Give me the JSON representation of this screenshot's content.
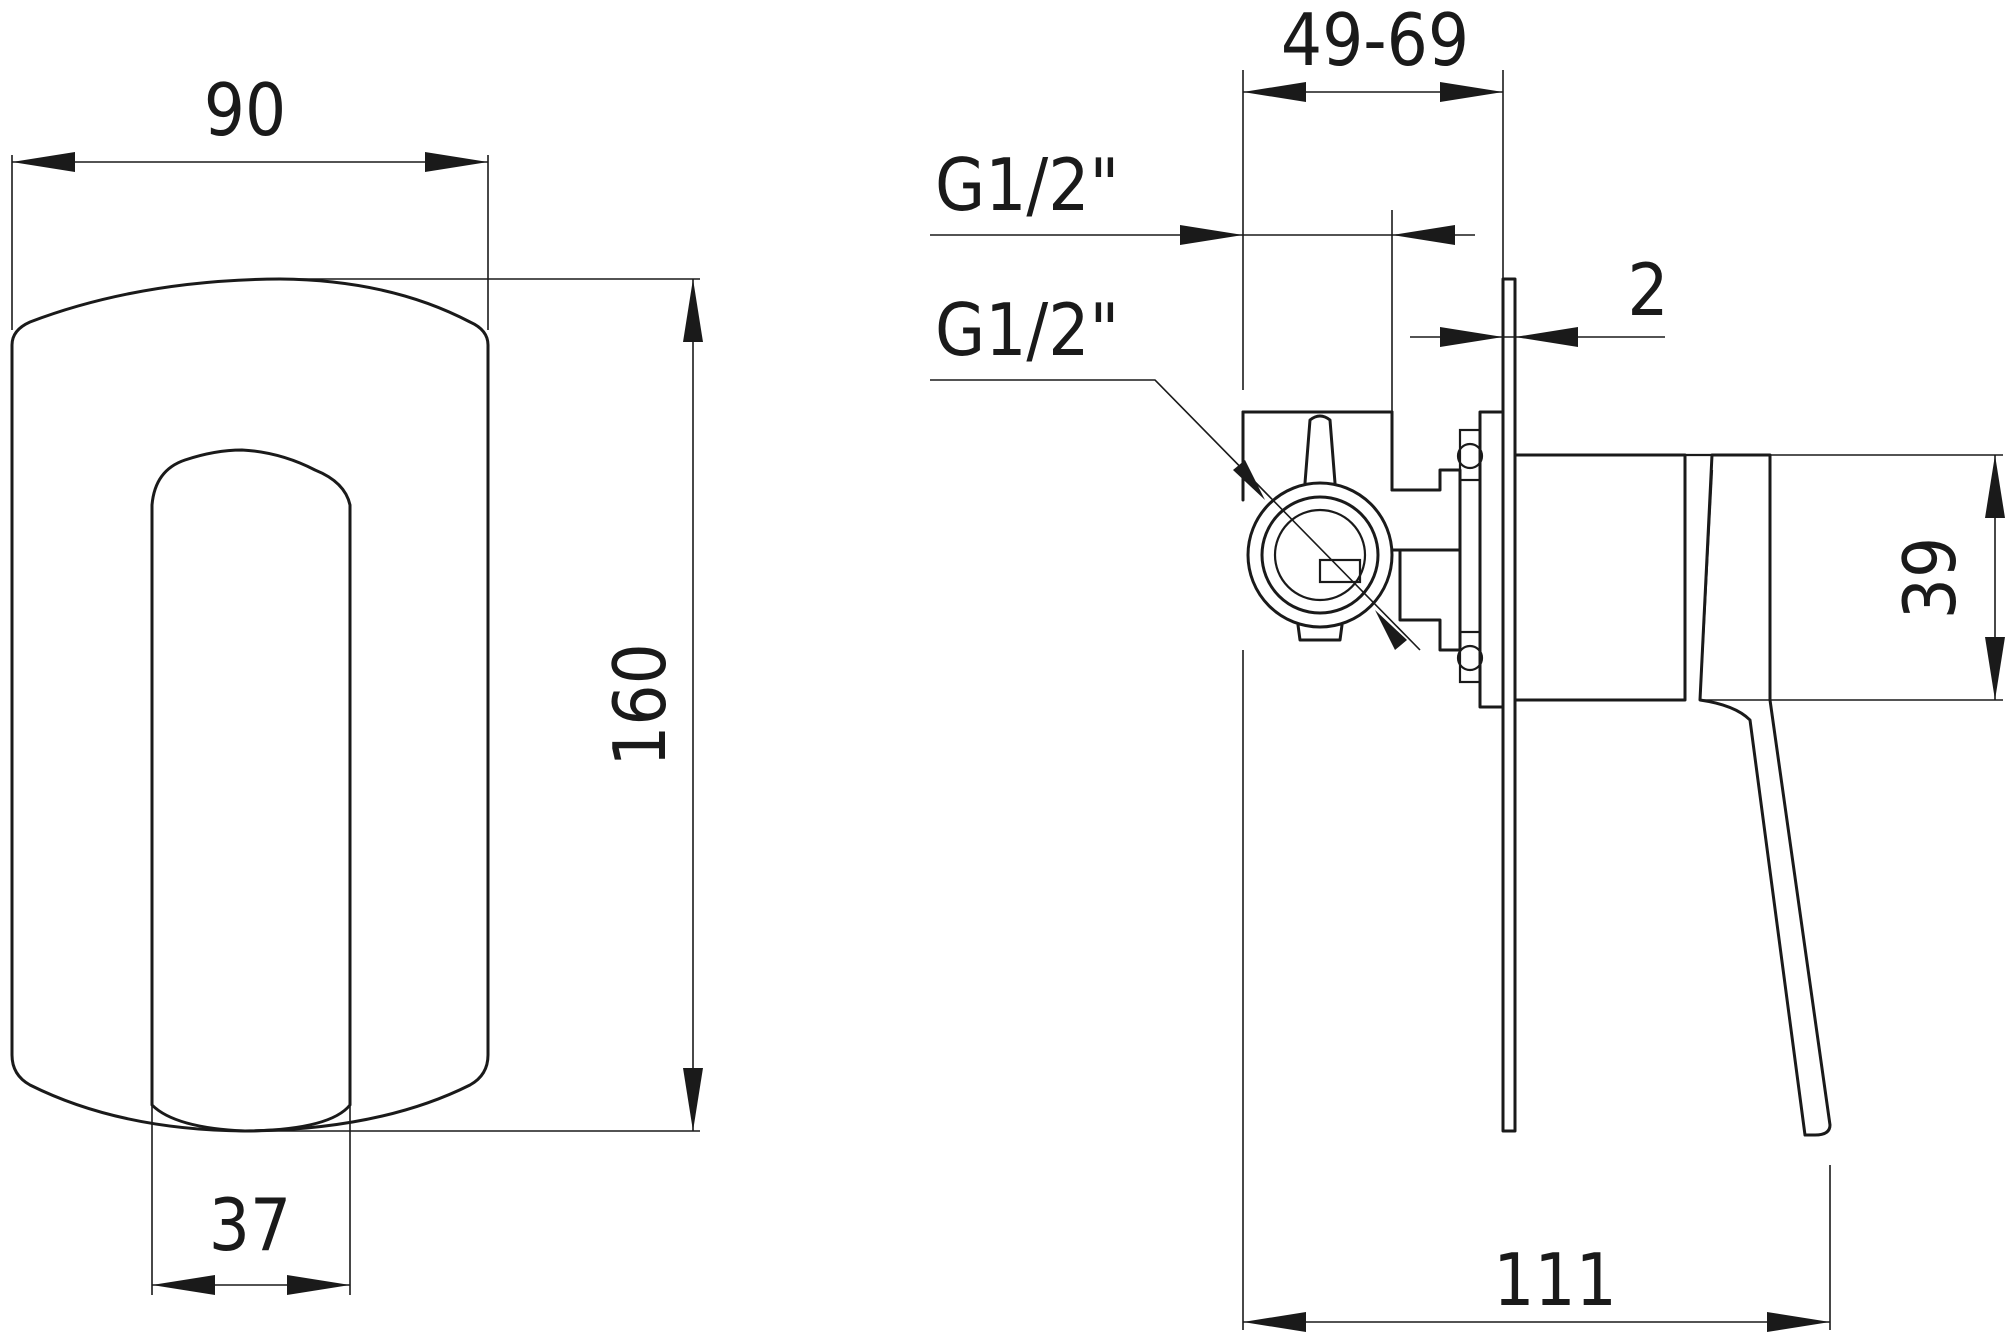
{
  "front_view": {
    "width_label": "90",
    "height_label": "160",
    "handle_width_label": "37"
  },
  "side_view": {
    "depth_range_label": "49-69",
    "inlet_top_label": "G1/2\"",
    "inlet_bottom_label": "G1/2\"",
    "plate_thickness_label": "2",
    "handle_height_label": "39",
    "total_depth_label": "111"
  },
  "colors": {
    "line": "#1a1a1a",
    "background": "#ffffff"
  }
}
